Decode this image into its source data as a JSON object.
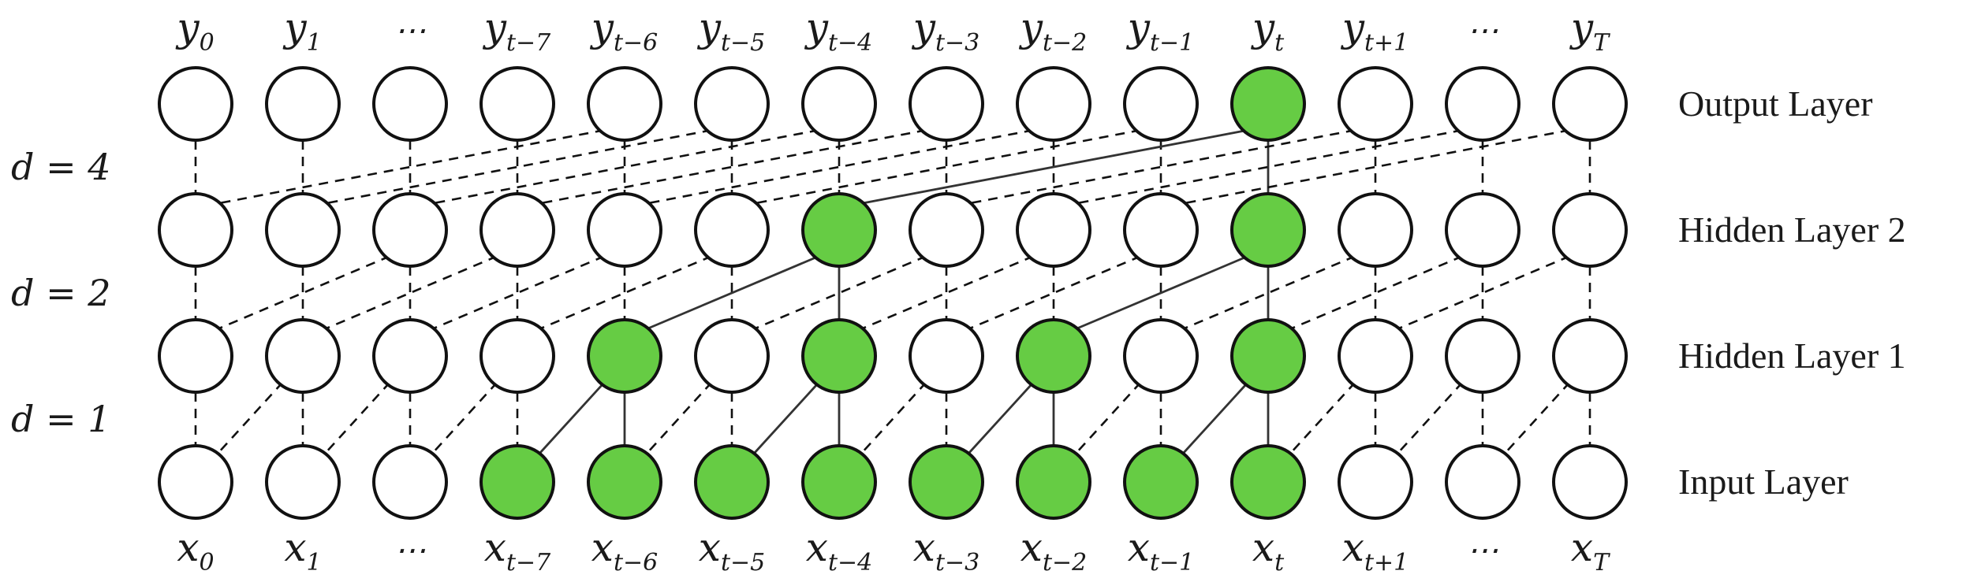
{
  "columns": [
    {
      "base": "y",
      "sub": "0",
      "xbase": "x",
      "xsub": "0"
    },
    {
      "base": "y",
      "sub": "1",
      "xbase": "x",
      "xsub": "1"
    },
    {
      "base": "⋯",
      "sub": "",
      "xbase": "⋯",
      "xsub": ""
    },
    {
      "base": "y",
      "sub": "t−7",
      "xbase": "x",
      "xsub": "t−7"
    },
    {
      "base": "y",
      "sub": "t−6",
      "xbase": "x",
      "xsub": "t−6"
    },
    {
      "base": "y",
      "sub": "t−5",
      "xbase": "x",
      "xsub": "t−5"
    },
    {
      "base": "y",
      "sub": "t−4",
      "xbase": "x",
      "xsub": "t−4"
    },
    {
      "base": "y",
      "sub": "t−3",
      "xbase": "x",
      "xsub": "t−3"
    },
    {
      "base": "y",
      "sub": "t−2",
      "xbase": "x",
      "xsub": "t−2"
    },
    {
      "base": "y",
      "sub": "t−1",
      "xbase": "x",
      "xsub": "t−1"
    },
    {
      "base": "y",
      "sub": "t",
      "xbase": "x",
      "xsub": "t"
    },
    {
      "base": "y",
      "sub": "t+1",
      "xbase": "x",
      "xsub": "t+1"
    },
    {
      "base": "⋯",
      "sub": "",
      "xbase": "⋯",
      "xsub": ""
    },
    {
      "base": "y",
      "sub": "T",
      "xbase": "x",
      "xsub": "T"
    }
  ],
  "layers": [
    {
      "name": "Output Layer",
      "highlighted": [
        10
      ],
      "dilation_in": 4
    },
    {
      "name": "Hidden Layer 2",
      "highlighted": [
        6,
        10
      ],
      "dilation_in": 2
    },
    {
      "name": "Hidden Layer 1",
      "highlighted": [
        4,
        6,
        8,
        10
      ],
      "dilation_in": 1
    },
    {
      "name": "Input Layer",
      "highlighted": [
        3,
        4,
        5,
        6,
        7,
        8,
        9,
        10
      ],
      "dilation_in": null
    }
  ],
  "dilation_labels": [
    "d = 4",
    "d = 2",
    "d = 1"
  ],
  "colors": {
    "active": "#66cc44",
    "inactive": "#ffffff",
    "stroke": "#111111"
  }
}
